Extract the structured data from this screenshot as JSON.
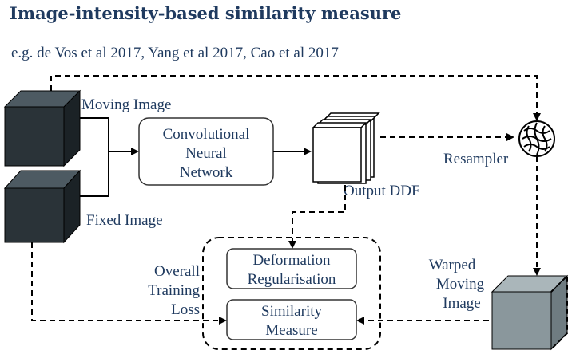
{
  "title": "Image-intensity-based similarity measure",
  "subtitle": "e.g. de Vos et al 2017, Yang et al 2017, Cao et al 2017",
  "nodes": {
    "moving_image": "Moving Image",
    "fixed_image": "Fixed Image",
    "cnn": [
      "Convolutional",
      "Neural",
      "Network"
    ],
    "output_ddf": "Output DDF",
    "resampler": "Resampler",
    "warped": [
      "Warped",
      "Moving",
      "Image"
    ],
    "deformation": [
      "Deformation",
      "Regularisation"
    ],
    "similarity": [
      "Similarity",
      "Measure"
    ],
    "loss": [
      "Overall",
      "Training",
      "Loss"
    ]
  },
  "colors": {
    "text": "#1f3a5f",
    "cube_dark_front": "#2a3338",
    "cube_dark_top": "#4d5a62",
    "cube_dark_side": "#1b2226",
    "cube_light_front": "#8a979c",
    "cube_light_top": "#aab6ba",
    "cube_light_side": "#6f7c81"
  }
}
